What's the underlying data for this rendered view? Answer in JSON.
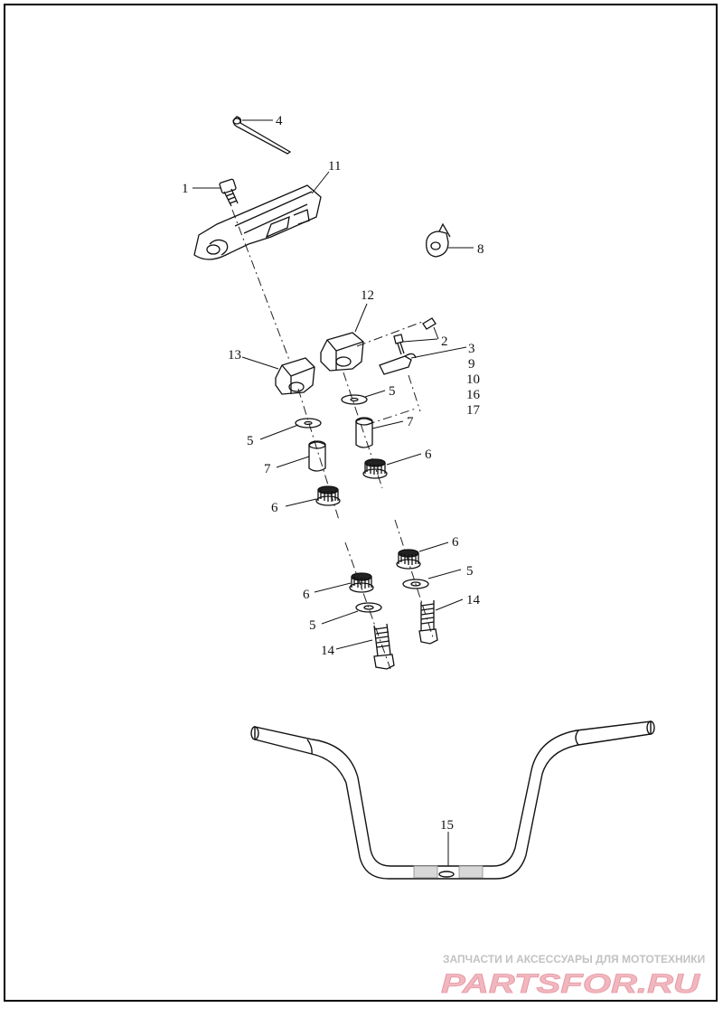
{
  "callouts": [
    {
      "id": "c1",
      "text": "1"
    },
    {
      "id": "c2",
      "text": "2"
    },
    {
      "id": "c3",
      "text": "3"
    },
    {
      "id": "c9",
      "text": "9"
    },
    {
      "id": "c10",
      "text": "10"
    },
    {
      "id": "c16",
      "text": "16"
    },
    {
      "id": "c17",
      "text": "17"
    },
    {
      "id": "c4",
      "text": "4"
    },
    {
      "id": "c5a",
      "text": "5"
    },
    {
      "id": "c5b",
      "text": "5"
    },
    {
      "id": "c5c",
      "text": "5"
    },
    {
      "id": "c5d",
      "text": "5"
    },
    {
      "id": "c6a",
      "text": "6"
    },
    {
      "id": "c6b",
      "text": "6"
    },
    {
      "id": "c6c",
      "text": "6"
    },
    {
      "id": "c6d",
      "text": "6"
    },
    {
      "id": "c7a",
      "text": "7"
    },
    {
      "id": "c7b",
      "text": "7"
    },
    {
      "id": "c8",
      "text": "8"
    },
    {
      "id": "c11",
      "text": "11"
    },
    {
      "id": "c12",
      "text": "12"
    },
    {
      "id": "c13",
      "text": "13"
    },
    {
      "id": "c14a",
      "text": "14"
    },
    {
      "id": "c14b",
      "text": "14"
    },
    {
      "id": "c15",
      "text": "15"
    }
  ],
  "watermark": {
    "tagline": "ЗАПЧАСТИ И АКСЕССУАРЫ ДЛЯ МОТОТЕХНИКИ",
    "brand": "PARTSFOR.RU"
  }
}
